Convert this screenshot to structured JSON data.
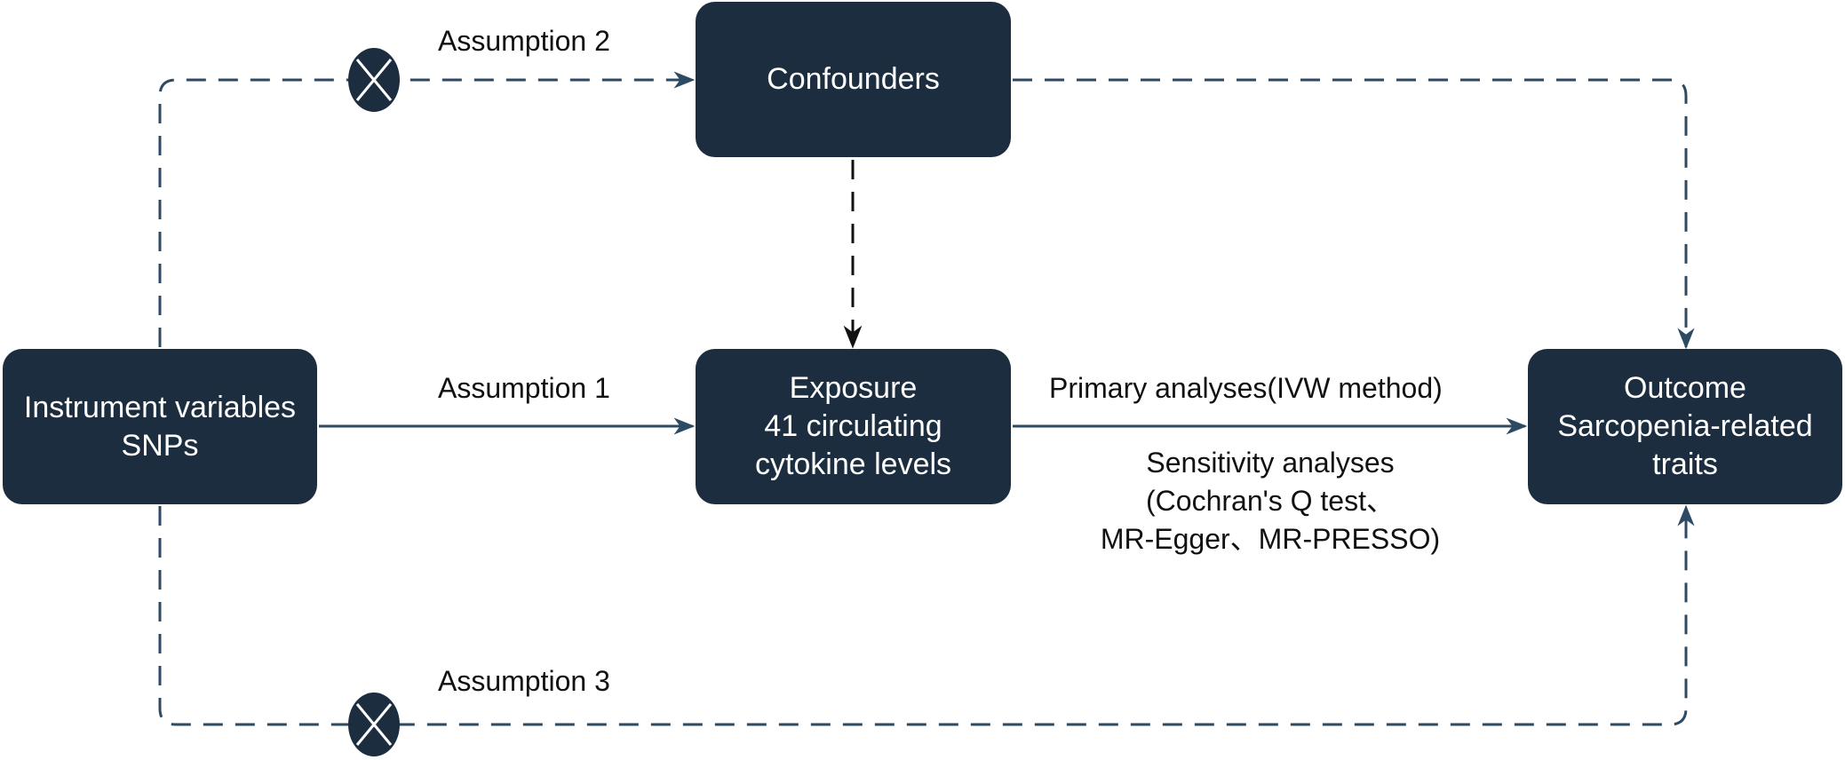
{
  "nodes": {
    "instrument": {
      "line1": "Instrument variables",
      "line2": "SNPs"
    },
    "confounders": {
      "line1": "Confounders"
    },
    "exposure": {
      "line1": "Exposure",
      "line2": "41 circulating",
      "line3": "cytokine levels"
    },
    "outcome": {
      "line1": "Outcome",
      "line2": "Sarcopenia-related",
      "line3": "traits"
    }
  },
  "edges": {
    "assumption1": "Assumption 1",
    "assumption2": "Assumption 2",
    "assumption3": "Assumption 3",
    "primary": "Primary analyses(IVW method)",
    "sensitivity": {
      "line1": "Sensitivity analyses",
      "line2": "(Cochran's Q test、",
      "line3": "MR-Egger、MR-PRESSO)"
    }
  },
  "colors": {
    "node_fill": "#1b2d3f",
    "edge": "#2d4a63",
    "text": "#111111"
  }
}
